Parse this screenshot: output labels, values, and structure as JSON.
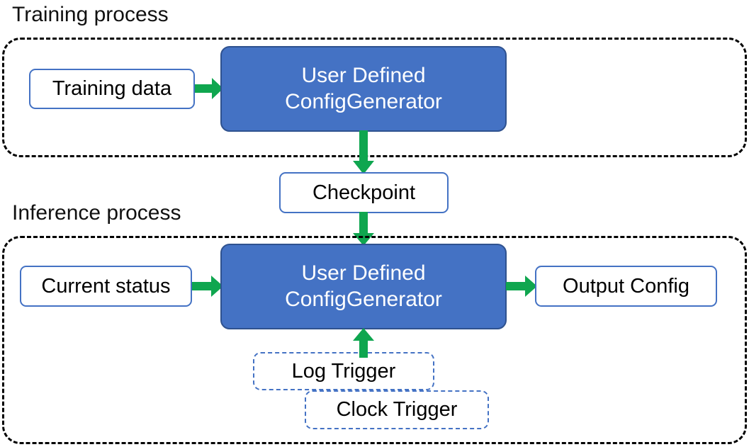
{
  "diagram": {
    "title_training": "Training process",
    "title_inference": "Inference process",
    "colors": {
      "process_fill": "#4472C4",
      "process_border": "#2F528F",
      "node_border": "#4472C4",
      "arrow_green": "#0FA64F",
      "group_dashed": "#000000",
      "text_dark": "#000000",
      "text_light": "#FFFFFF"
    },
    "training_group": {
      "label": "Training process",
      "nodes": {
        "training_data": "Training data",
        "generator_line1": "User Defined",
        "generator_line2": "ConfigGenerator"
      }
    },
    "checkpoint": {
      "label": "Checkpoint"
    },
    "inference_group": {
      "label": "Inference process",
      "nodes": {
        "current_status": "Current status",
        "generator_line1": "User Defined",
        "generator_line2": "ConfigGenerator",
        "output_config": "Output Config",
        "log_trigger": "Log Trigger",
        "clock_trigger": "Clock Trigger"
      }
    },
    "arrows": [
      {
        "name": "training-data-to-generator",
        "from": "Training data",
        "to": "User Defined ConfigGenerator",
        "direction": "right"
      },
      {
        "name": "generator-to-checkpoint",
        "from": "User Defined ConfigGenerator",
        "to": "Checkpoint",
        "direction": "down"
      },
      {
        "name": "checkpoint-to-generator",
        "from": "Checkpoint",
        "to": "User Defined ConfigGenerator",
        "direction": "down"
      },
      {
        "name": "current-status-to-generator",
        "from": "Current status",
        "to": "User Defined ConfigGenerator",
        "direction": "right"
      },
      {
        "name": "generator-to-output-config",
        "from": "User Defined ConfigGenerator",
        "to": "Output Config",
        "direction": "right"
      },
      {
        "name": "triggers-to-generator",
        "from": "Log Trigger / Clock Trigger",
        "to": "User Defined ConfigGenerator",
        "direction": "up"
      }
    ]
  }
}
